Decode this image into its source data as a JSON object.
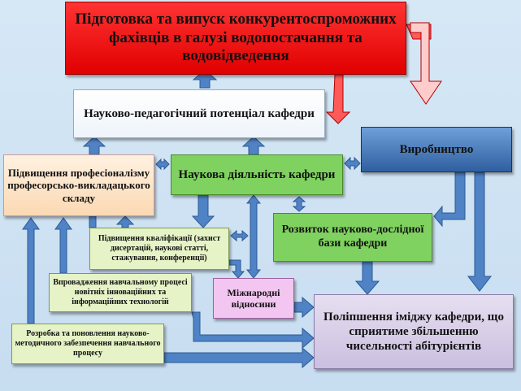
{
  "colors": {
    "arrow_fill": "#4f83c6",
    "arrow_stroke": "#2d5a94",
    "red_arrow_fill": "#ff5a5a",
    "red_arrow_stroke": "#b00000",
    "white_arrow_fill": "#ffffff"
  },
  "boxes": {
    "title": "Підготовка та випуск конкурентоспроможних фахівців в галузі водопостачання та водовідведення",
    "potential": "Науково-педагогічний потенціал кафедри",
    "production": "Виробництво",
    "prof": "Підвищення професіоналізму професорсько-викладацького складу",
    "science": "Наукова діяльність кафедри",
    "qual": "Підвищення кваліфікації (захист дисертацій, наукові статті, стажування, конференції)",
    "base": "Розвиток науково-дослідної бази кафедри",
    "innov": "Впровадження навчальному процесі новітніх інноваційних та інформаційних технологій",
    "intl": "Міжнародні відносини",
    "image": "Поліпшення іміджу кафедри, що сприятиме збільшенню чисельності абітурієнтів",
    "method": "Розробка та поновлення науково-методичного забезпечення навчального процесу"
  }
}
